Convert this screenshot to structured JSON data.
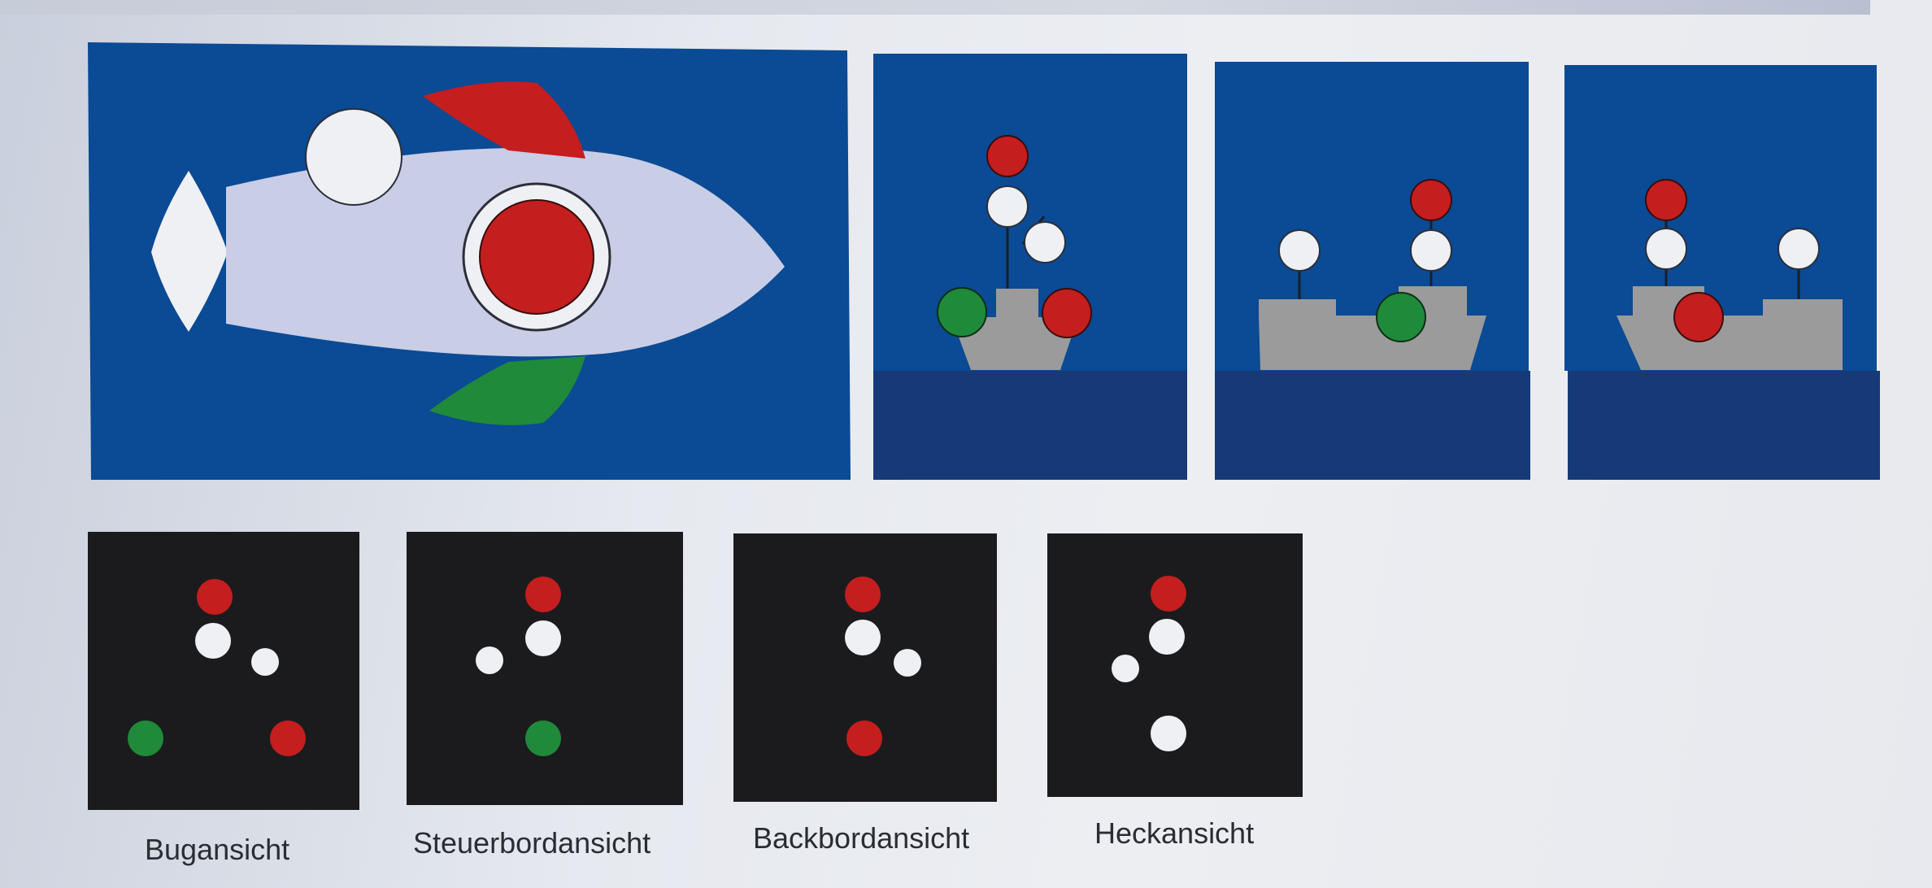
{
  "captions": {
    "bow": "Bugansicht",
    "starboard": "Steuerbordansicht",
    "port": "Backbordansicht",
    "stern": "Heckansicht"
  },
  "colors": {
    "sky_blue": "#0b4a94",
    "sea_blue": "#163a78",
    "hull_gray": "#9b9b9b",
    "hull_light": "#c9cde6",
    "light_red": "#c41e1e",
    "light_green": "#1f8a3a",
    "light_white": "#eef0f4",
    "night_panel": "#1b1b1d"
  }
}
